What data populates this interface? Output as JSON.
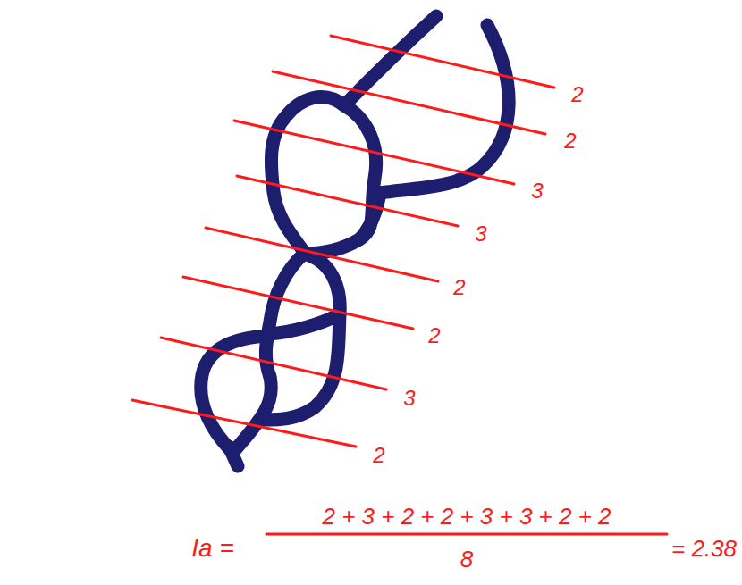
{
  "diagram": {
    "labels": [
      "2",
      "2",
      "3",
      "3",
      "2",
      "2",
      "3",
      "2",
      "Ia =",
      "2 + 3 + 2 + 2 + 3 + 3 + 2 + 2",
      "8",
      "= 2.38"
    ]
  }
}
